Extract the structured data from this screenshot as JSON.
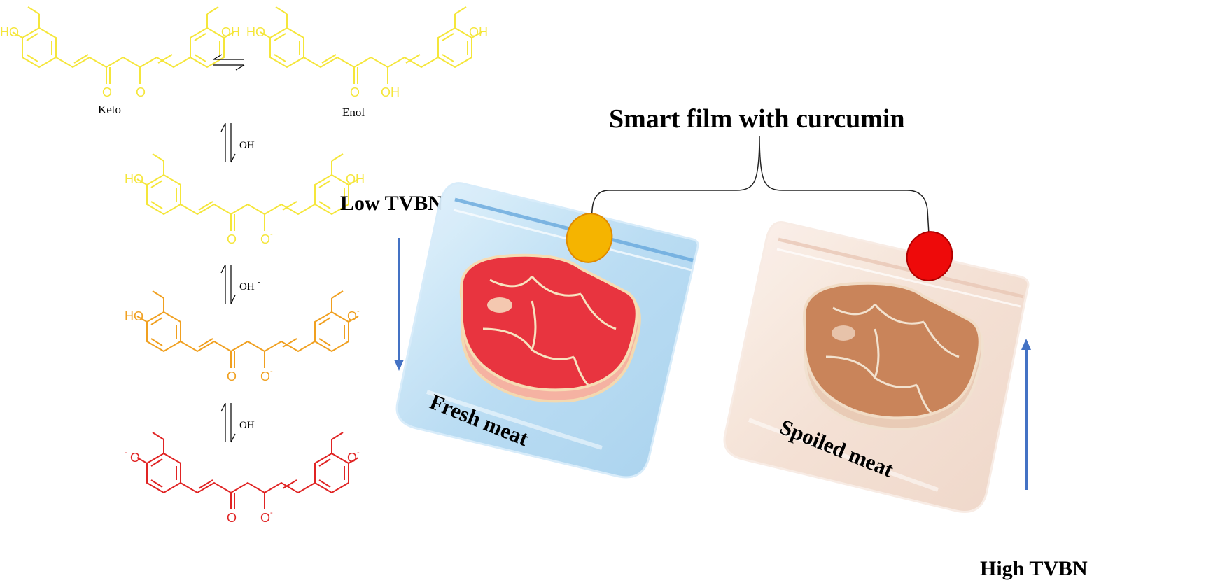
{
  "labels": {
    "keto": "Keto",
    "enol": "Enol",
    "title": "Smart film with curcumin",
    "low_tvbn": "Low TVBN",
    "high_tvbn": "High TVBN",
    "fresh_meat": "Fresh meat",
    "spoiled_meat": "Spoiled meat"
  },
  "atoms": {
    "ho": "HO",
    "oh": "OH",
    "o": "O",
    "o_minus": "O",
    "minus": "-"
  },
  "reagent": {
    "base": "OH",
    "charge": "-"
  },
  "colors": {
    "yellow": "#f5e63a",
    "orange": "#f0a020",
    "red": "#e02424",
    "arrow_blue": "#4472c4",
    "film_orange": "#f5b400",
    "film_red": "#ee0a0a",
    "fresh_meat": "#e8343f",
    "spoiled_meat": "#c9845a",
    "fresh_bag": "#bfe0f5",
    "spoiled_bag": "#f6e3d8"
  }
}
